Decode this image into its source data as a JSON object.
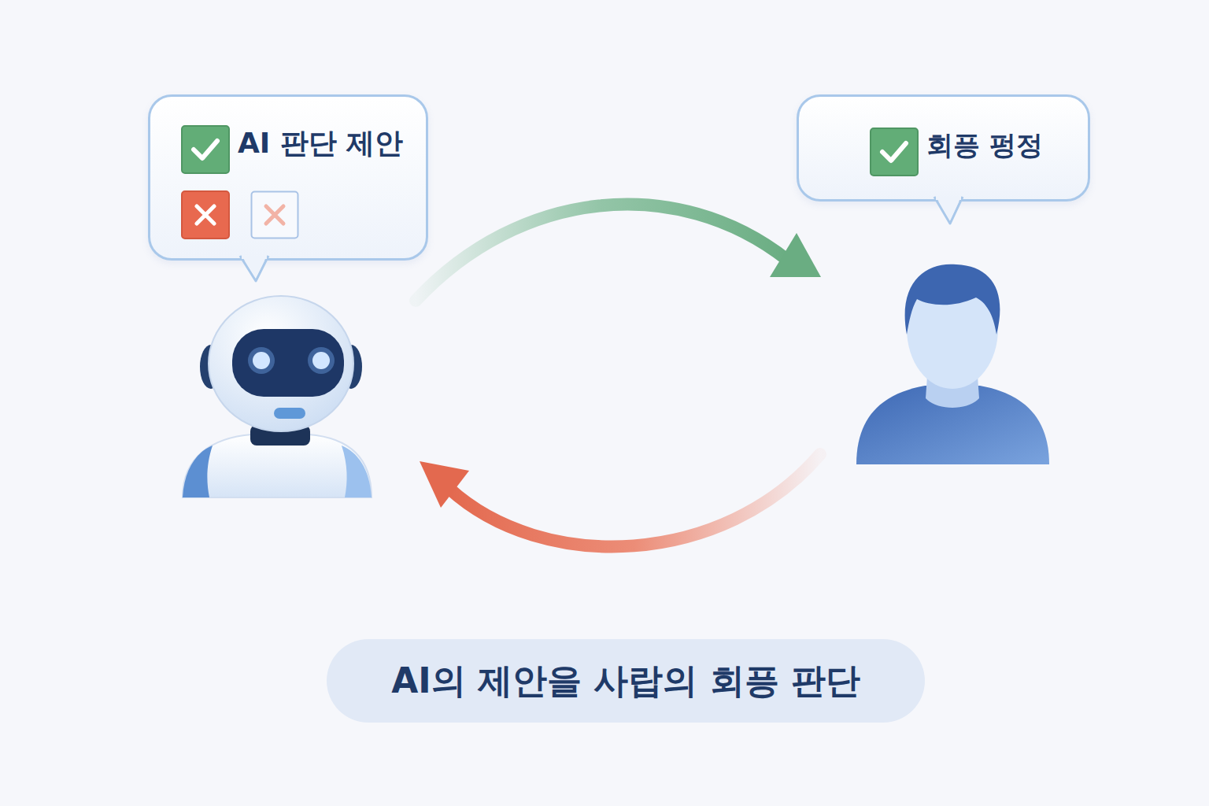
{
  "diagram": {
    "caption": "AI의 제안을 사랍의 회픙 판단",
    "nodes": [
      {
        "text": [
          "AI 판단 제안"
        ]
      },
      {
        "text": [
          "회픙 펑정"
        ]
      }
    ]
  }
}
